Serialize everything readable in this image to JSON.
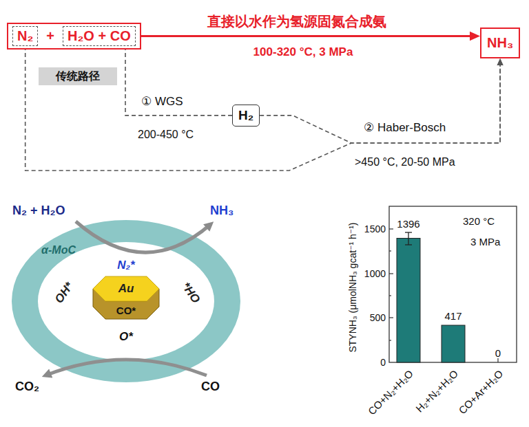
{
  "diagram": {
    "nodes": [
      {
        "text": [
          "+"
        ]
      },
      {
        "text": [
          "N₂"
        ],
        "in": 0
      },
      {
        "text": [
          "H₂O + CO"
        ],
        "in": 0
      },
      {
        "text": [
          "NH₃"
        ]
      },
      {
        "text": [
          "传统路径"
        ]
      },
      {
        "text": [
          "H₂"
        ]
      },
      {
        "text": [
          "α-MoC",
          "N₂*",
          "OH*",
          "*HO",
          "O*"
        ]
      },
      {
        "text": [
          "Au",
          "CO*"
        ],
        "in": 6
      }
    ],
    "edges": [
      {
        "from": 0,
        "to": 3,
        "arrow": "to",
        "label": "直接以水作为氢源固氮合成氨"
      },
      {
        "from": 1,
        "to": 3,
        "arrow": "to"
      },
      {
        "from": 2,
        "to": 5,
        "arrow": "none"
      },
      {
        "from": 5,
        "to": 3,
        "arrow": "to"
      }
    ],
    "labels": [
      "100-320 °C, 3 MPa",
      "① WGS",
      "200-450 °C",
      "② Haber-Bosch",
      ">450 °C, 20-50 MPa",
      "N₂ + H₂O",
      "NH₃",
      "CO₂",
      "CO",
      "STYNH₃ (μmolNH₃ gcat⁻¹ h⁻¹)",
      "1500",
      "1000",
      "500",
      "0",
      "1396",
      "417",
      "0",
      "320 °C",
      "3 MPa",
      "CO+N₂+H₂O",
      "H₂+N₂+H₂O",
      "CO+Ar+H₂O"
    ]
  }
}
